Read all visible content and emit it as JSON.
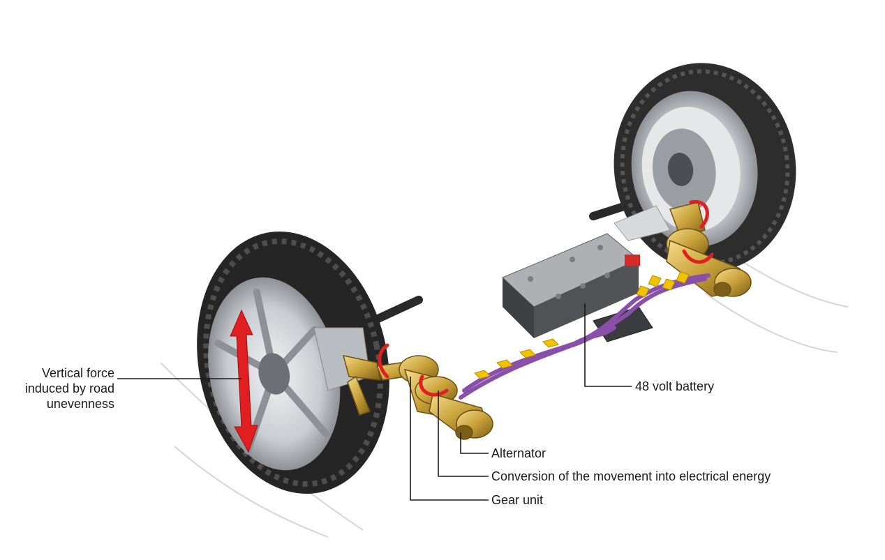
{
  "labels": {
    "vertical_force": [
      "Vertical force",
      "induced by road",
      "unevenness"
    ],
    "battery": "48 volt battery",
    "alternator": "Alternator",
    "conversion": "Conversion of the movement into electrical energy",
    "gear_unit": "Gear unit"
  },
  "colors": {
    "tire": "#2e2e2e",
    "rim": "#c9ccd0",
    "gold_component": "#c9a13b",
    "cable": "#8a4fa8",
    "energy_arrow": "#f2c200",
    "force_arrow": "#e02020",
    "battery_body": "#3a3c40",
    "leader_line": "#1a1a1a"
  },
  "icons": {
    "force_arrow": "double-headed-arrow",
    "energy_flow": "chevron-right-icon",
    "rotation": "rotation-arrow-icon"
  }
}
